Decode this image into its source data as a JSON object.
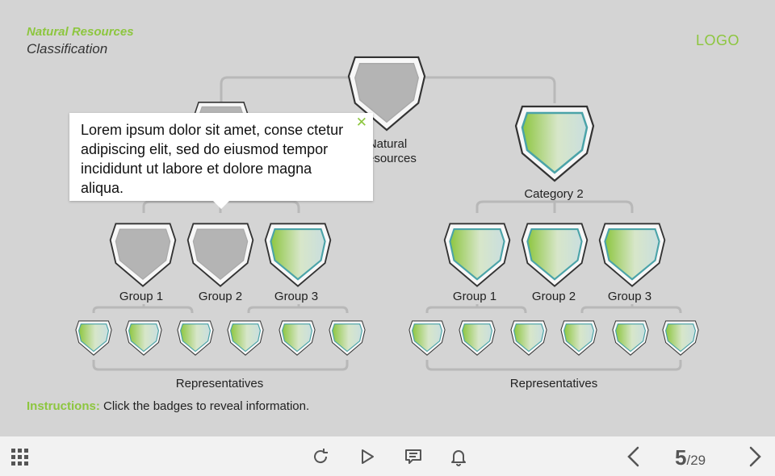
{
  "header": {
    "title": "Natural Resources",
    "subtitle": "Classification",
    "logo": "LOGO"
  },
  "tree": {
    "root_label": "Natural Resources",
    "category2_label": "Category 2",
    "left_groups": [
      "Group 1",
      "Group 2",
      "Group 3"
    ],
    "right_groups": [
      "Group 1",
      "Group 2",
      "Group 3"
    ],
    "left_reps_label": "Representatives",
    "right_reps_label": "Representatives"
  },
  "tooltip": {
    "text": "Lorem ipsum dolor sit amet, conse ctetur adipiscing elit, sed do eiusmod tempor incididunt ut labore et dolore magna aliqua.",
    "close": "✕"
  },
  "instructions": {
    "label": "Instructions:",
    "text": " Click the badges to reveal information."
  },
  "toolbar": {
    "menu_icon": "grid-menu-icon",
    "replay_icon": "replay-icon",
    "play_icon": "play-icon",
    "notes_icon": "notes-icon",
    "notify_icon": "bell-icon",
    "prev_icon": "chevron-left-icon",
    "next_icon": "chevron-right-icon",
    "page_current": "5",
    "page_total": "/29"
  },
  "colors": {
    "accent": "#8dc63f",
    "badge_grey": "#b4b4b4",
    "badge_teal": "#4aa3a8",
    "connector": "#b8b8b8"
  }
}
